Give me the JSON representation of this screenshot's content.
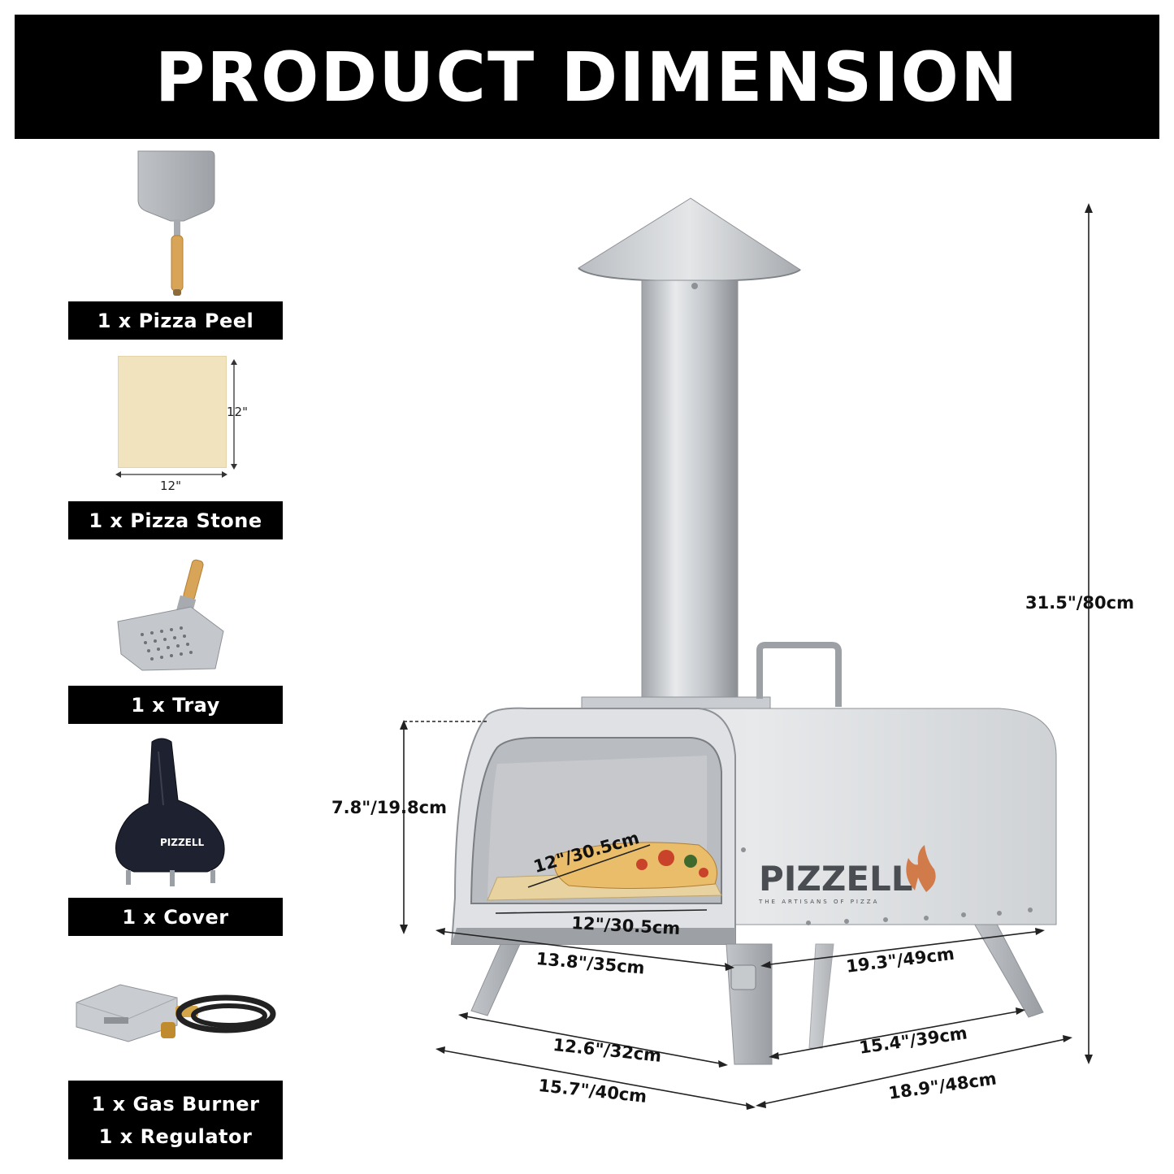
{
  "header": {
    "title": "PRODUCT DIMENSION"
  },
  "accessories": [
    {
      "label": "1 x Pizza Peel"
    },
    {
      "label": "1 x Pizza Stone",
      "dim_height": "12\"",
      "dim_width": "12\""
    },
    {
      "label": "1 x Tray"
    },
    {
      "label": "1 x Cover",
      "brand_text": "PIZZELL"
    },
    {
      "label_line1": "1 x Gas Burner",
      "label_line2": "1 x Regulator"
    }
  ],
  "oven": {
    "brand": "PIZZELL",
    "tagline": "THE ARTISANS OF PIZZA"
  },
  "dimensions": {
    "total_height": "31.5\"/80cm",
    "body_height": "7.8\"/19.8cm",
    "stone_diagonal": "12\"/30.5cm",
    "stone_width": "12\"/30.5cm",
    "body_depth": "13.8\"/35cm",
    "body_width": "19.3\"/49cm",
    "leg_depth_inner": "12.6\"/32cm",
    "leg_width_inner": "15.4\"/39cm",
    "leg_depth_outer": "15.7\"/40cm",
    "leg_width_outer": "18.9\"/48cm"
  },
  "colors": {
    "banner": "#000000",
    "steel": "#c9ccd0",
    "wood": "#d8a458",
    "stone": "#f1e3bd"
  }
}
